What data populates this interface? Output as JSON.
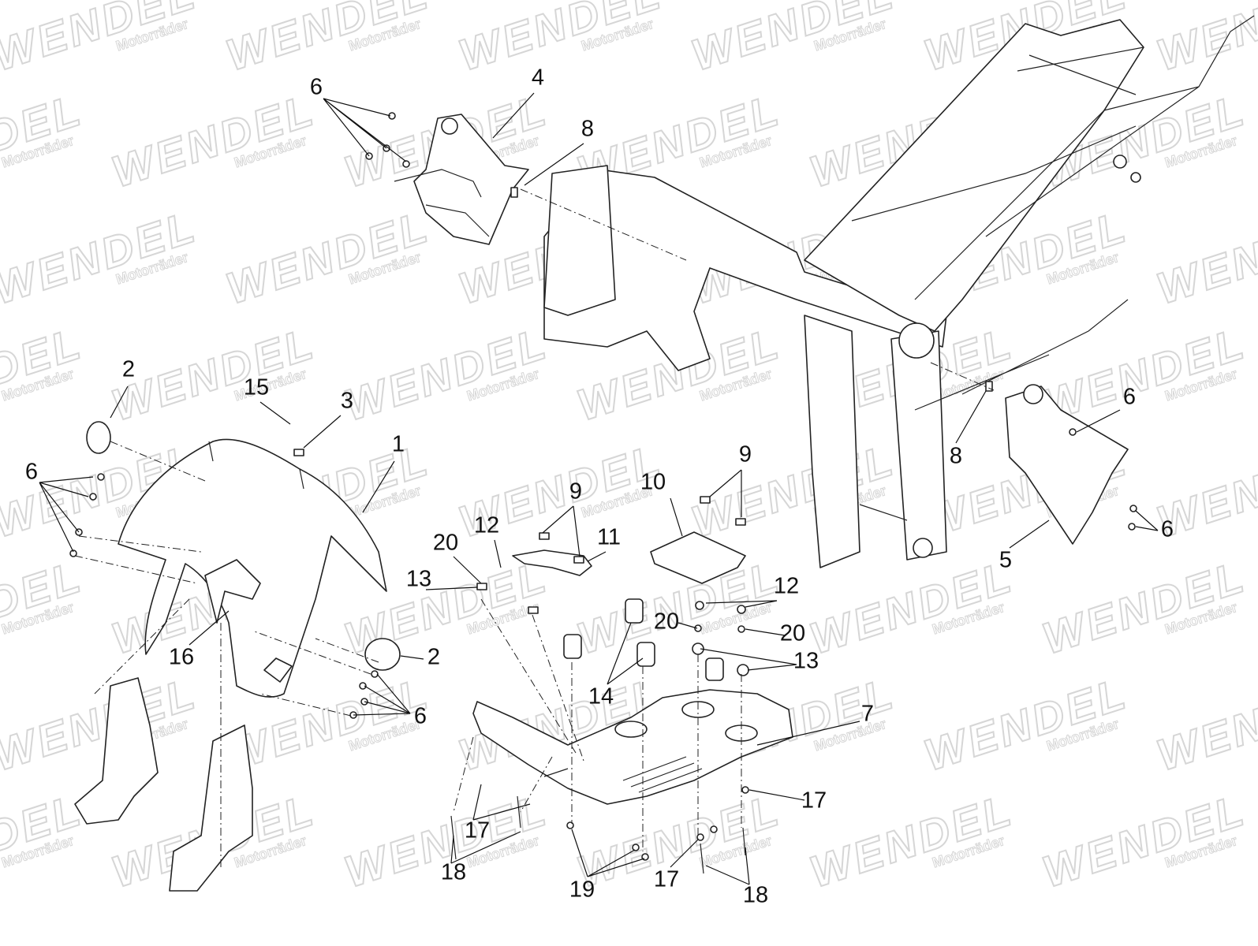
{
  "watermark": {
    "brand": "WENDEL",
    "sub": "Motorräder"
  },
  "labels": [
    "6",
    "4",
    "8",
    "2",
    "15",
    "3",
    "1",
    "6",
    "9",
    "10",
    "9",
    "12",
    "11",
    "20",
    "13",
    "12",
    "20",
    "20",
    "13",
    "14",
    "16",
    "2",
    "6",
    "7",
    "17",
    "17",
    "18",
    "19",
    "17",
    "18",
    "6",
    "8",
    "6",
    "5"
  ]
}
